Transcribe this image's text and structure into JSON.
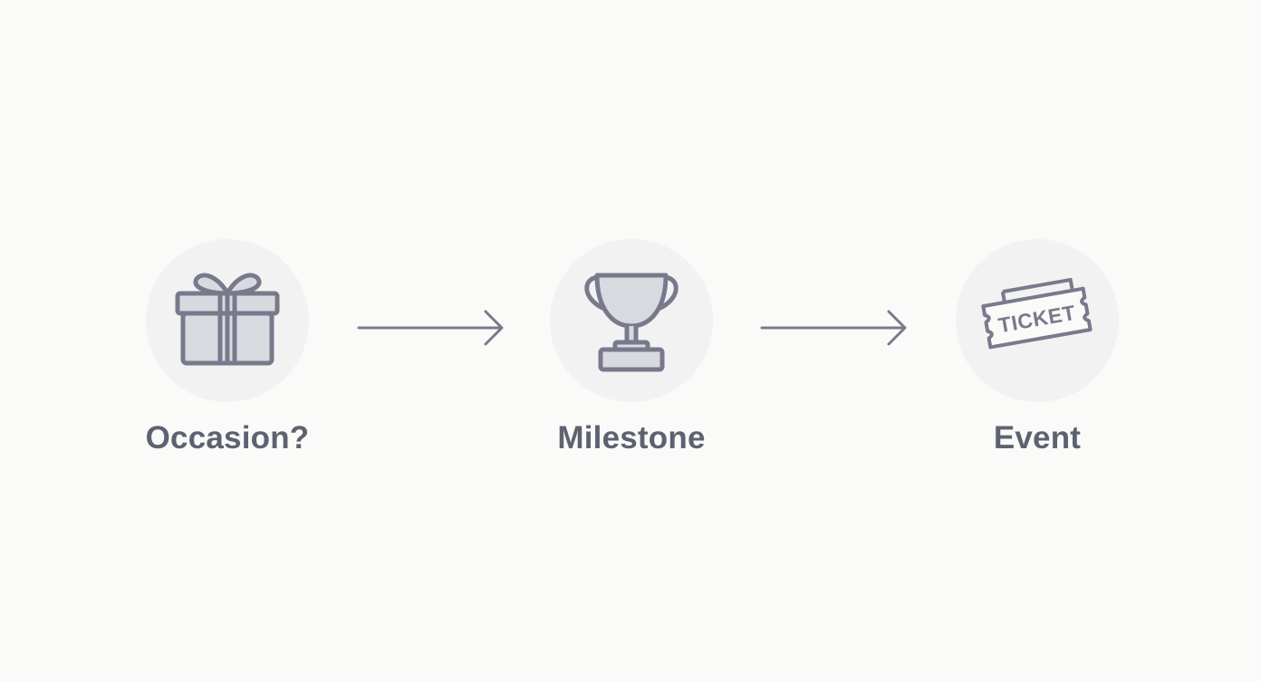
{
  "diagram": {
    "colors": {
      "background": "#fafaf9",
      "circle": "#f2f2f2",
      "icon_stroke": "#787a8c",
      "icon_fill": "#d9d9e0",
      "label": "#5e6270"
    },
    "steps": [
      {
        "label": "Occasion?",
        "icon": "gift-icon"
      },
      {
        "label": "Milestone",
        "icon": "trophy-icon"
      },
      {
        "label": "Event",
        "icon": "ticket-icon",
        "icon_text": "TICKET"
      }
    ],
    "connectors": [
      "arrow-right",
      "arrow-right"
    ]
  }
}
